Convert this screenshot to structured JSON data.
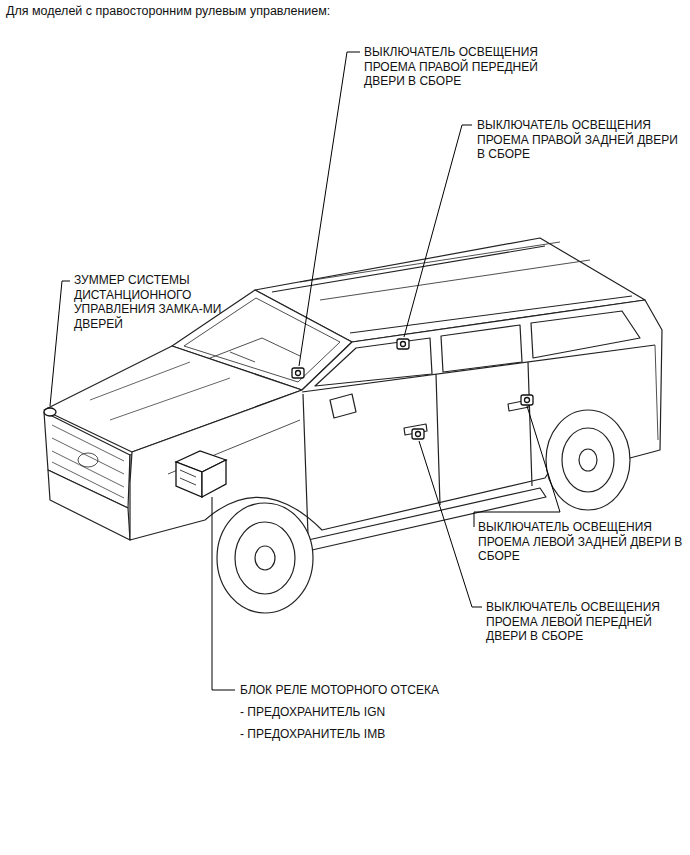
{
  "diagram": {
    "title": "Для моделей с правосторонним рулевым управлением:",
    "labels": [
      "ВЫКЛЮЧАТЕЛЬ ОСВЕЩЕНИЯ ПРОЕМА ПРАВОЙ ПЕРЕДНЕЙ ДВЕРИ В СБОРЕ",
      "ВЫКЛЮЧАТЕЛЬ ОСВЕЩЕНИЯ ПРОЕМА ПРАВОЙ ЗАДНЕЙ ДВЕРИ В СБОРЕ",
      "ЗУММЕР СИСТЕМЫ ДИСТАНЦИОННОГО УПРАВЛЕНИЯ ЗАМКА-МИ ДВЕРЕЙ",
      "ВЫКЛЮЧАТЕЛЬ ОСВЕЩЕНИЯ ПРОЕМА ЛЕВОЙ ЗАДНЕЙ ДВЕРИ В СБОРЕ",
      "ВЫКЛЮЧАТЕЛЬ ОСВЕЩЕНИЯ ПРОЕМА ЛЕВОЙ ПЕРЕДНЕЙ ДВЕРИ В СБОРЕ",
      "БЛОК РЕЛЕ МОТОРНОГО ОТСЕКА",
      "- ПРЕДОХРАНИТЕЛЬ IGN",
      "- ПРЕДОХРАНИТЕЛЬ IMB"
    ]
  }
}
